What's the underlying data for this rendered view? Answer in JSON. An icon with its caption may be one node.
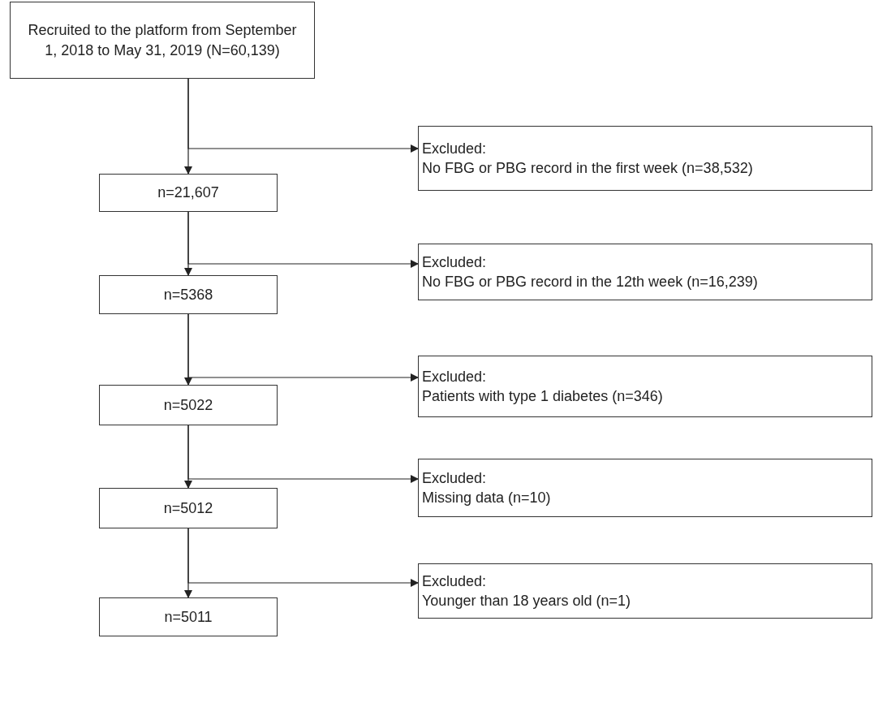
{
  "diagram": {
    "nodes": [
      {
        "text": [
          "Recruited to the platform from September 1, 2018 to May 31, 2019 (N=60,139)"
        ]
      },
      {
        "text": [
          "Excluded:",
          "No FBG or PBG record in the first week (n=38,532)"
        ]
      },
      {
        "text": [
          "n=21,607"
        ]
      },
      {
        "text": [
          "Excluded:",
          "No FBG or PBG record in the 12th week (n=16,239)"
        ]
      },
      {
        "text": [
          "n=5368"
        ]
      },
      {
        "text": [
          "Excluded:",
          "Patients with type 1 diabetes (n=346)"
        ]
      },
      {
        "text": [
          "n=5022"
        ]
      },
      {
        "text": [
          "Excluded:",
          "Missing data  (n=10)"
        ]
      },
      {
        "text": [
          "n=5012"
        ]
      },
      {
        "text": [
          "Excluded:",
          "Younger than 18 years old  (n=1)"
        ]
      },
      {
        "text": [
          "n=5011"
        ]
      }
    ],
    "edges": [
      {
        "from": 0,
        "to": 2,
        "arrow": "to"
      },
      {
        "from": 0,
        "to": 1,
        "arrow": "to"
      },
      {
        "from": 2,
        "to": 4,
        "arrow": "to"
      },
      {
        "from": 2,
        "to": 3,
        "arrow": "to"
      },
      {
        "from": 4,
        "to": 6,
        "arrow": "to"
      },
      {
        "from": 4,
        "to": 5,
        "arrow": "to"
      },
      {
        "from": 6,
        "to": 8,
        "arrow": "to"
      },
      {
        "from": 6,
        "to": 7,
        "arrow": "to"
      },
      {
        "from": 8,
        "to": 10,
        "arrow": "to"
      },
      {
        "from": 8,
        "to": 9,
        "arrow": "to"
      }
    ]
  }
}
